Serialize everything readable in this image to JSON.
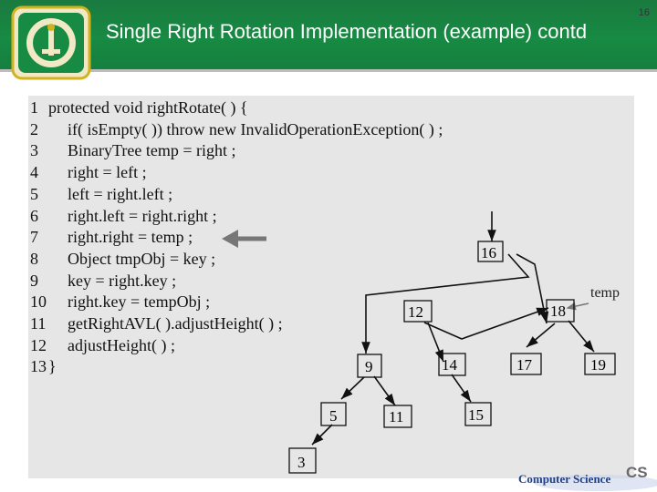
{
  "slide": {
    "title": "Single Right Rotation Implementation (example) contd",
    "number": "16"
  },
  "code": {
    "lines": [
      {
        "num": "1",
        "text": "protected void   rightRotate( ) {"
      },
      {
        "num": "2",
        "text": "if( isEmpty( )) throw new InvalidOperationException( ) ;"
      },
      {
        "num": "3",
        "text": "BinaryTree temp = right ;"
      },
      {
        "num": "4",
        "text": "right = left ;"
      },
      {
        "num": "5",
        "text": "left = right.left ;"
      },
      {
        "num": "6",
        "text": "right.left = right.right ;"
      },
      {
        "num": "7",
        "text": "right.right = temp ;"
      },
      {
        "num": "8",
        "text": "Object tmpObj = key ;"
      },
      {
        "num": "9",
        "text": "key = right.key ;"
      },
      {
        "num": "10",
        "text": "right.key = tempObj ;"
      },
      {
        "num": "11",
        "text": "getRightAVL( ).adjustHeight( ) ;"
      },
      {
        "num": "12",
        "text": "adjustHeight( ) ;"
      },
      {
        "num": "13",
        "text": "}"
      }
    ],
    "highlighted_line": "7"
  },
  "tree": {
    "nodes": [
      "16",
      "12",
      "18",
      "9",
      "14",
      "17",
      "19",
      "5",
      "11",
      "15",
      "3"
    ],
    "temp_label": "temp"
  },
  "footer": {
    "text": "Computer Science",
    "badge": "CS"
  },
  "colors": {
    "header_green": "#178a43",
    "panel_gray": "#e6e6e6",
    "logo_gold": "#d4b21f"
  }
}
